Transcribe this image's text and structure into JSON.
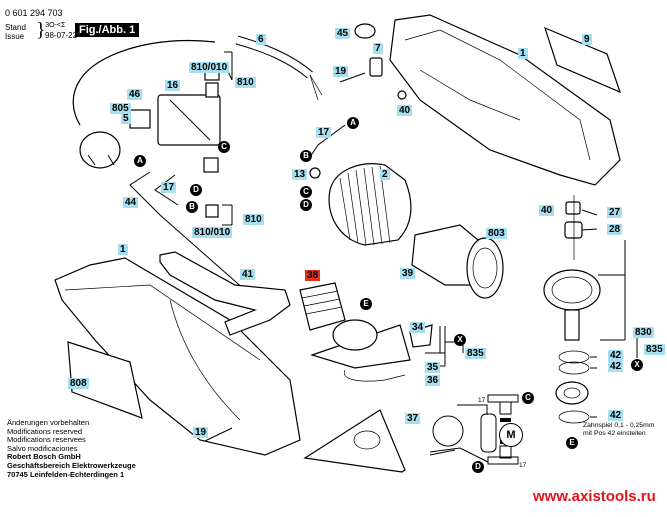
{
  "header": {
    "part_number": "0 601 294 703",
    "stand_label": "Stand",
    "issue_label": "Issue",
    "signature": "ЗО-<Σ",
    "date": "98-07-22",
    "figure_label": "Fig./Abb. 1"
  },
  "labels": {
    "l6": "6",
    "l810_010_top": "810/010",
    "l810_top": "810",
    "l16": "16",
    "l46": "46",
    "l805": "805",
    "l5": "5",
    "l44": "44",
    "l17_left": "17",
    "l810_010_bot": "810/010",
    "l810_bot": "810",
    "l45": "45",
    "l7": "7",
    "l19_top": "19",
    "l40_top": "40",
    "l1_top": "1",
    "l9": "9",
    "l17_mid": "17",
    "l13": "13",
    "l2": "2",
    "l39": "39",
    "l40_right": "40",
    "l27": "27",
    "l28": "28",
    "l803": "803",
    "l830": "830",
    "l835_right": "835",
    "l42_a": "42",
    "l42_b": "42",
    "l42_c": "42",
    "l1_bottom": "1",
    "l41": "41",
    "l38": "38",
    "l34": "34",
    "l835_mid": "835",
    "l35": "35",
    "l36": "36",
    "l37": "37",
    "l808": "808",
    "l19_bottom": "19",
    "wire_17_top": "17",
    "wire_17_bot": "17"
  },
  "connectors": {
    "A1": "A",
    "A2": "A",
    "B1": "B",
    "B2": "B",
    "C1": "C",
    "C2": "C",
    "C3": "C",
    "D1": "D",
    "D2": "D",
    "D3": "D",
    "E1": "E",
    "E2": "E",
    "X1": "X",
    "X2": "X",
    "M": "M"
  },
  "note": {
    "line1": "Zahnspiel 0,1 - 0,25mm",
    "line2": "mit Pos 42 einstellen"
  },
  "footer": {
    "line1": "Änderungen vorbehalten",
    "line2": "Modifications reserved",
    "line3": "Modifications reservees",
    "line4": "Salvo modificaciones",
    "company": "Robert Bosch GmbH",
    "division": "Geschäftsbereich Elektrowerkzeuge",
    "address": "70745 Leinfelden-Echterdingen 1"
  },
  "watermark": "www.axistools.ru",
  "colors": {
    "label_bg": "#a6dff0",
    "highlight_label_bg": "#e0301e",
    "watermark": "#e3131b"
  }
}
